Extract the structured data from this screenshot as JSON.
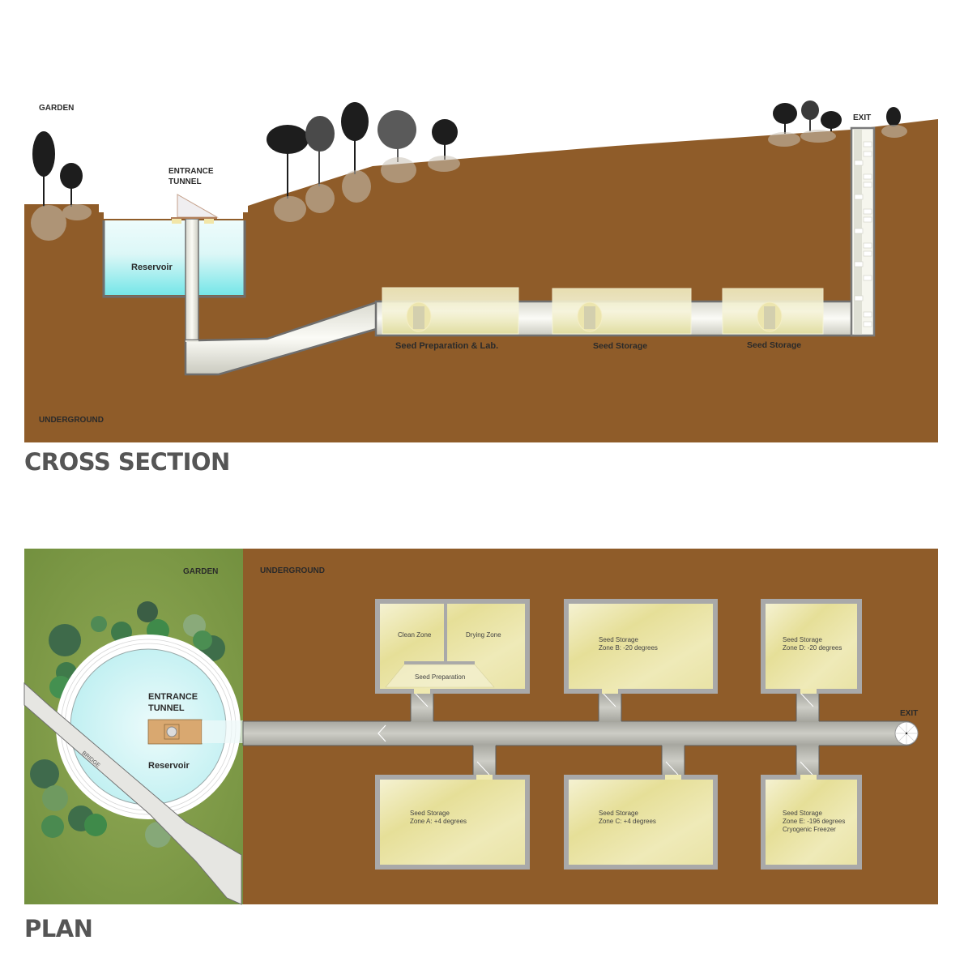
{
  "colors": {
    "soil": "#8f5c29",
    "water_top": "#e6fafa",
    "water_bottom": "#7ee8ea",
    "tunnel": "#f3f3ec",
    "room": "#ece6a8",
    "grass": "#7f9a45",
    "wall": "#a9a9a9",
    "title": "#555555"
  },
  "cross_section": {
    "title": "CROSS SECTION",
    "labels": {
      "garden": "GARDEN",
      "entrance_tunnel_line1": "ENTRANCE",
      "entrance_tunnel_line2": "TUNNEL",
      "reservoir": "Reservoir",
      "exit": "EXIT",
      "underground": "UNDERGROUND"
    },
    "chambers": [
      {
        "label": "Seed Preparation & Lab."
      },
      {
        "label": "Seed Storage"
      },
      {
        "label": "Seed Storage"
      }
    ]
  },
  "plan": {
    "title": "PLAN",
    "labels": {
      "garden": "GARDEN",
      "underground": "UNDERGROUND",
      "entrance_tunnel_line1": "ENTRANCE",
      "entrance_tunnel_line2": "TUNNEL",
      "reservoir": "Reservoir",
      "bridge": "BRIDGE",
      "exit": "EXIT"
    },
    "prep_room": {
      "clean_zone": "Clean Zone",
      "drying_zone": "Drying Zone",
      "seed_preparation": "Seed Preparation"
    },
    "storage_rooms": [
      {
        "id": "B",
        "lines": "Seed Storage\nZone B: -20 degrees"
      },
      {
        "id": "D",
        "lines": "Seed Storage\nZone D: -20 degrees"
      },
      {
        "id": "A",
        "lines": "Seed Storage\nZone A: +4 degrees"
      },
      {
        "id": "C",
        "lines": "Seed Storage\nZone C: +4 degrees"
      },
      {
        "id": "E",
        "lines": "Seed Storage\nZone E: -196 degrees\nCryogenic Freezer"
      }
    ]
  }
}
